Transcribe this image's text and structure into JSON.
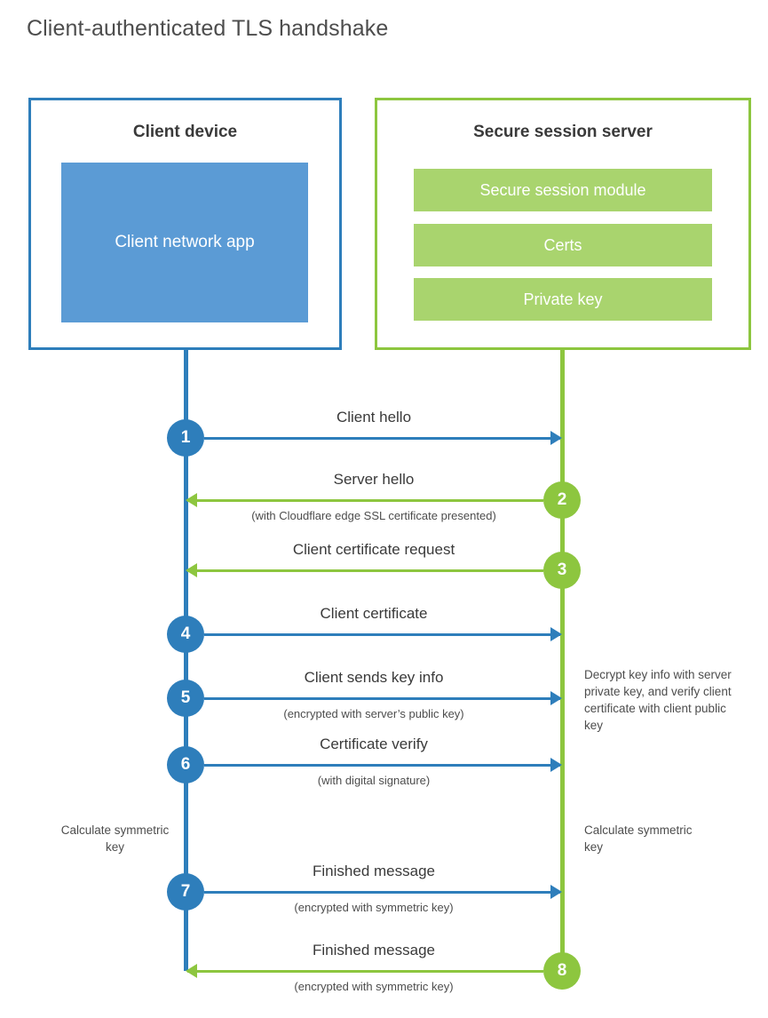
{
  "diagram": {
    "title": "Client-authenticated TLS handshake",
    "colors": {
      "client_blue": "#2e7ebb",
      "client_app_fill": "#5b9bd5",
      "server_green": "#8dc63f",
      "server_bar_fill": "#a9d46e",
      "text_dark": "#3a3a3a",
      "text_muted": "#4d4d4d"
    },
    "parties": {
      "client": {
        "title": "Client device",
        "app_label": "Client network app"
      },
      "server": {
        "title": "Secure session server",
        "components": [
          "Secure session module",
          "Certs",
          "Private key"
        ]
      }
    },
    "steps": [
      {
        "number": "1",
        "origin": "client",
        "direction": "right",
        "label": "Client hello",
        "sublabel": ""
      },
      {
        "number": "2",
        "origin": "server",
        "direction": "left",
        "label": "Server hello",
        "sublabel": "(with Cloudflare edge SSL certificate presented)"
      },
      {
        "number": "3",
        "origin": "server",
        "direction": "left",
        "label": "Client certificate request",
        "sublabel": ""
      },
      {
        "number": "4",
        "origin": "client",
        "direction": "right",
        "label": "Client certificate",
        "sublabel": ""
      },
      {
        "number": "5",
        "origin": "client",
        "direction": "right",
        "label": "Client sends key info",
        "sublabel": "(encrypted with server’s public key)"
      },
      {
        "number": "6",
        "origin": "client",
        "direction": "right",
        "label": "Certificate verify",
        "sublabel": "(with digital signature)"
      },
      {
        "number": "7",
        "origin": "client",
        "direction": "right",
        "label": "Finished message",
        "sublabel": "(encrypted with symmetric key)"
      },
      {
        "number": "8",
        "origin": "server",
        "direction": "left",
        "label": "Finished message",
        "sublabel": "(encrypted with symmetric key)"
      }
    ],
    "annotations": {
      "server_decrypt": "Decrypt key info with server private key, and verify client certificate with client public key",
      "client_calculate": "Calculate symmetric key",
      "server_calculate": "Calculate symmetric key"
    }
  }
}
